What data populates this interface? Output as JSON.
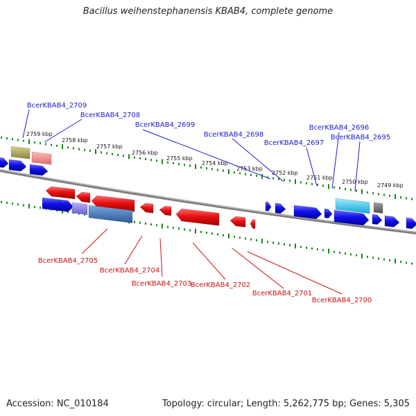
{
  "title": "Bacillus weihenstephanensis KBAB4, complete genome",
  "footer": {
    "accession": "Accession: NC_010184",
    "summary": "Topology: circular; Length: 5,262,775 bp; Genes: 5,305"
  },
  "colors": {
    "forward_gene": "#1010e8",
    "reverse_gene": "#e81010",
    "olive_feature": "#b3a860",
    "pink_feature": "#f08a8a",
    "lavender_feature": "#8b80e0",
    "steel_feature": "#4a7fc0",
    "cyan_feature": "#33ccf0",
    "gray_feature": "#707070",
    "backbone": "#888888",
    "tick": "#138813",
    "forward_label": "#1a1acc",
    "reverse_label": "#cc1111"
  },
  "kbp_ticks": [
    "2759 kbp",
    "2758 kbp",
    "2757 kbp",
    "2756 kbp",
    "2755 kbp",
    "2754 kbp",
    "2753 kbp",
    "2752 kbp",
    "2751 kbp",
    "2750 kbp",
    "2749 kbp"
  ],
  "forward_labels": [
    "BcerKBAB4_2709",
    "BcerKBAB4_2708",
    "BcerKBAB4_2699",
    "BcerKBAB4_2698",
    "BcerKBAB4_2697",
    "BcerKBAB4_2696",
    "BcerKBAB4_2695"
  ],
  "reverse_labels": [
    "BcerKBAB4_2705",
    "BcerKBAB4_2704",
    "BcerKBAB4_2703",
    "BcerKBAB4_2702",
    "BcerKBAB4_2701",
    "BcerKBAB4_2700"
  ]
}
